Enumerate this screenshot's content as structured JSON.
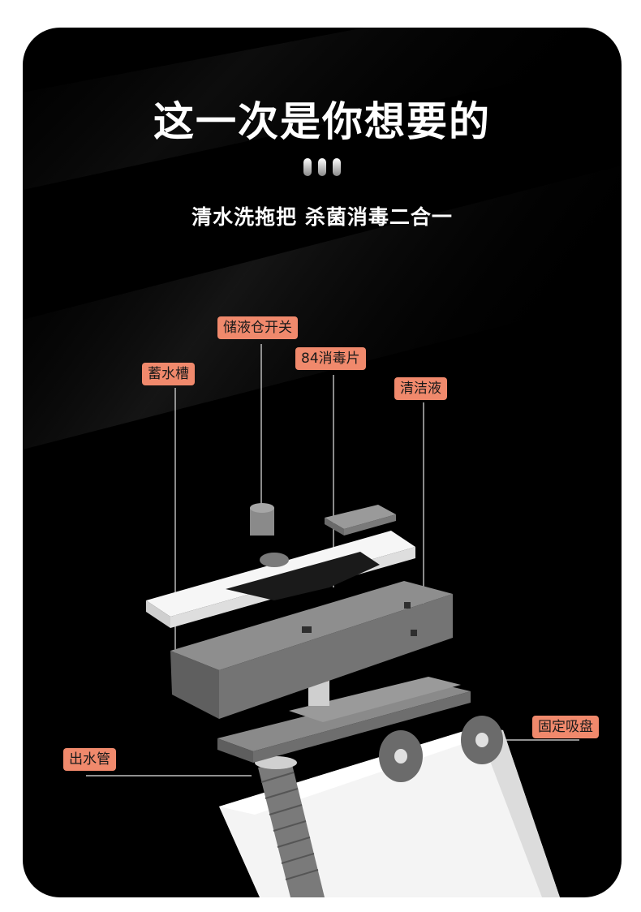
{
  "headline": "这一次是你想要的",
  "subheadline": "清水洗拖把 杀菌消毒二合一",
  "callouts": {
    "liquid_switch": "储液仓开关",
    "disinfect_tablet": "84消毒片",
    "water_tank": "蓄水槽",
    "cleaning_liquid": "清洁液",
    "suction_cup": "固定吸盘",
    "outlet_pipe": "出水管"
  },
  "colors": {
    "background": "#000000",
    "callout": "#f0896c",
    "part_gray": "#7d7d7d",
    "part_white": "#f2f2f2"
  }
}
